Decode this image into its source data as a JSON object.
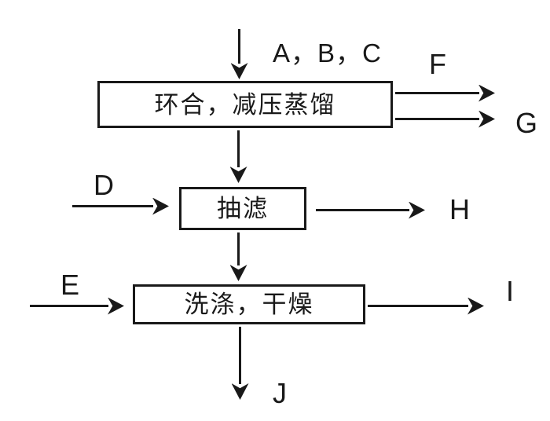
{
  "flowchart": {
    "feed": {
      "label": "A，B，C"
    },
    "steps": [
      {
        "label": "环合，减压蒸馏",
        "outputs_right": [
          "F",
          "G"
        ]
      },
      {
        "label": "抽滤",
        "input_left": "D",
        "output_right": "H"
      },
      {
        "label": "洗涤，干燥",
        "input_left": "E",
        "output_right": "I"
      }
    ],
    "final_output": "J",
    "colors": {
      "ink": "#191919",
      "background": "#ffffff"
    }
  }
}
